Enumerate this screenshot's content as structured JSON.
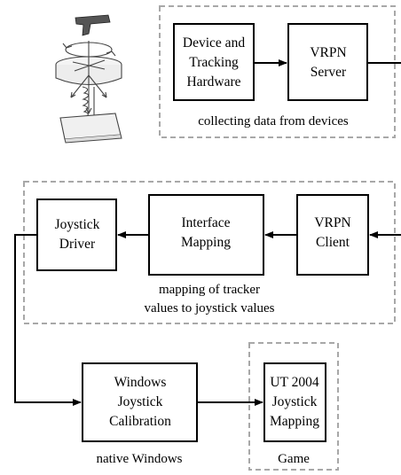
{
  "boxes": {
    "device_tracking": [
      "Device and",
      "Tracking",
      "Hardware"
    ],
    "vrpn_server": [
      "VRPN",
      "Server"
    ],
    "joystick_driver": [
      "Joystick",
      "Driver"
    ],
    "interface_mapping": [
      "Interface",
      "Mapping"
    ],
    "vrpn_client": [
      "VRPN",
      "Client"
    ],
    "windows_calibration": [
      "Windows",
      "Joystick",
      "Calibration"
    ],
    "ut2004_mapping": [
      "UT 2004",
      "Joystick",
      "Mapping"
    ]
  },
  "captions": {
    "group_server": "collecting data from devices",
    "group_client": [
      "mapping of tracker",
      "values to joystick values"
    ],
    "native_windows": "native Windows",
    "game": "Game"
  }
}
